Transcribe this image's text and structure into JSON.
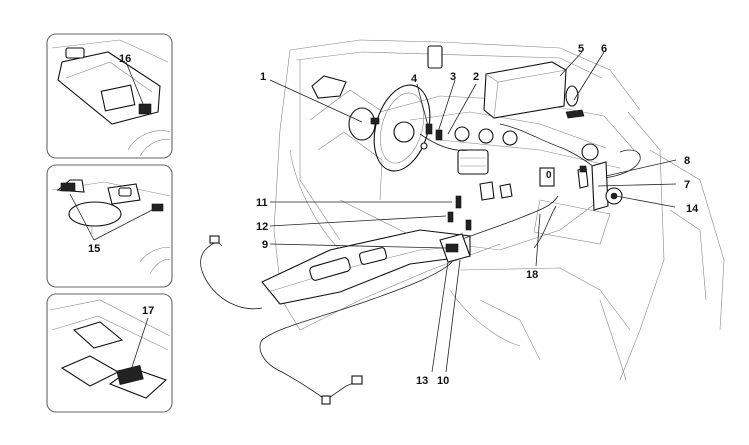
{
  "diagram": {
    "inset_top": {
      "callout": "16"
    },
    "inset_middle": {
      "callout": "15"
    },
    "inset_bottom": {
      "callout": "17"
    },
    "main": {
      "callouts": {
        "c1": "1",
        "c2": "2",
        "c3": "3",
        "c4": "4",
        "c5": "5",
        "c6": "6",
        "c7": "7",
        "c8": "8",
        "c9": "9",
        "c10": "10",
        "c11": "11",
        "c12": "12",
        "c13": "13",
        "c14": "14",
        "c18": "18"
      },
      "switch_label": "0"
    }
  }
}
